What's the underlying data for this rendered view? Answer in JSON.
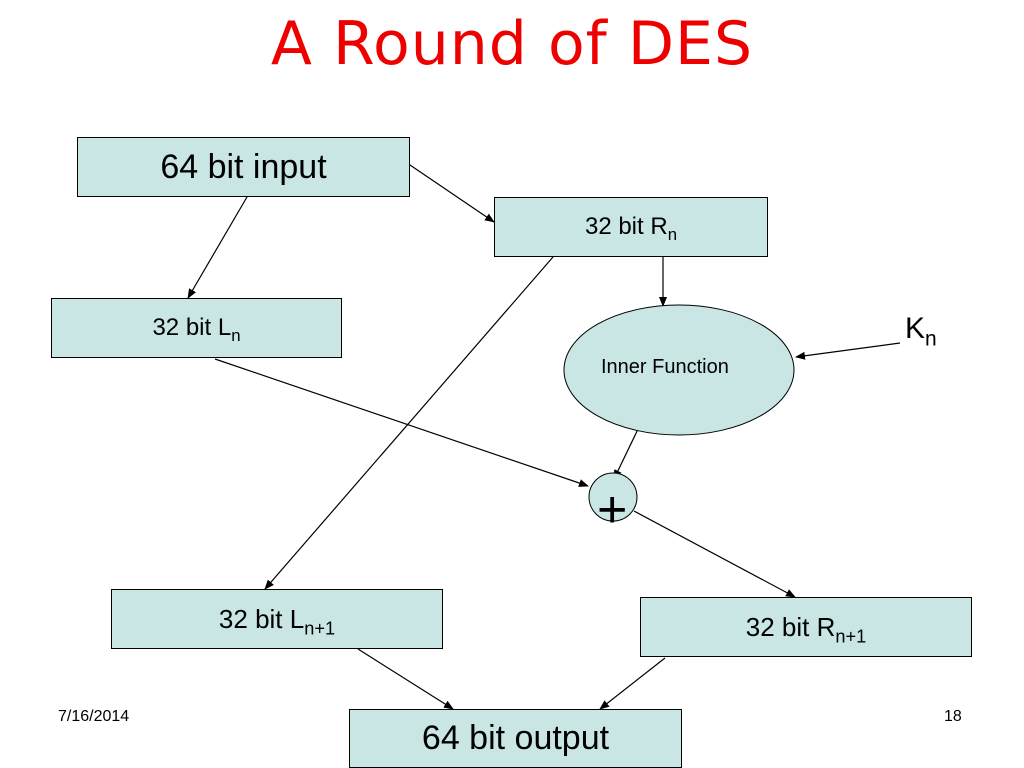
{
  "title": "A Round of DES",
  "nodes": {
    "input": {
      "text": "64 bit input"
    },
    "r_n": {
      "base": "32 bit R",
      "sub": "n"
    },
    "l_n": {
      "base": "32 bit L",
      "sub": "n"
    },
    "inner_function": {
      "text": "Inner Function"
    },
    "key": {
      "base": "K",
      "sub": "n"
    },
    "xor": {
      "symbol": "+"
    },
    "l_next": {
      "base": "32 bit L",
      "sub": "n+1"
    },
    "r_next": {
      "base": "32 bit R",
      "sub": "n+1"
    },
    "output": {
      "text": "64 bit output"
    }
  },
  "footer": {
    "date": "7/16/2014",
    "page_number": "18"
  },
  "colors": {
    "title": "#ee0000",
    "box_fill": "#c9e6e5",
    "stroke": "#000000"
  }
}
